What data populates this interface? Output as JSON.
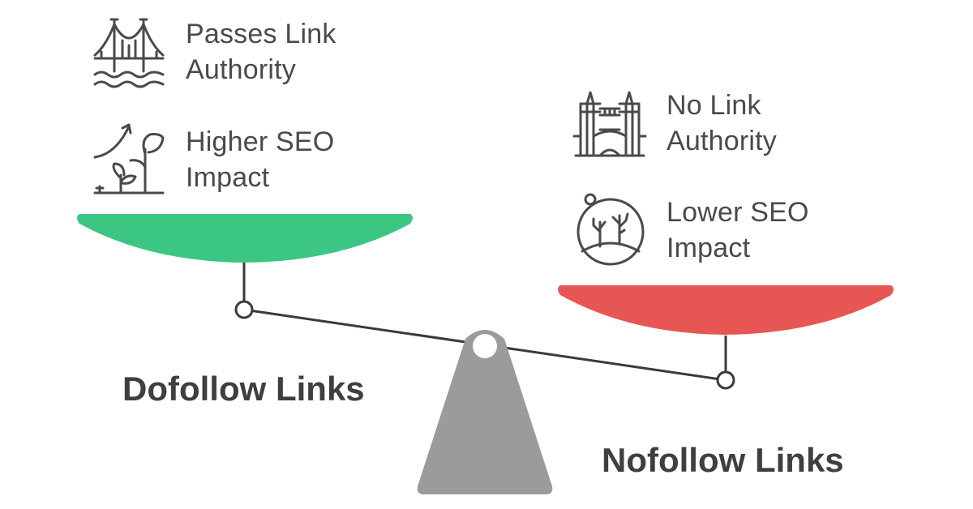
{
  "left_group": {
    "label": "Dofollow Links",
    "color": "#3cc684",
    "items": [
      {
        "line1": "Passes Link",
        "line2": "Authority",
        "icon": "suspension-bridge-icon"
      },
      {
        "line1": "Higher SEO",
        "line2": "Impact",
        "icon": "growing-plant-icon"
      }
    ]
  },
  "right_group": {
    "label": "Nofollow Links",
    "color": "#e65753",
    "items": [
      {
        "line1": "No Link",
        "line2": "Authority",
        "icon": "tower-bridge-icon"
      },
      {
        "line1": "Lower SEO",
        "line2": "Impact",
        "icon": "barren-landscape-icon"
      }
    ]
  },
  "colors": {
    "fulcrum": "#9b9b9b",
    "beam": "#3a3a3a",
    "text": "#4a4a4a"
  }
}
